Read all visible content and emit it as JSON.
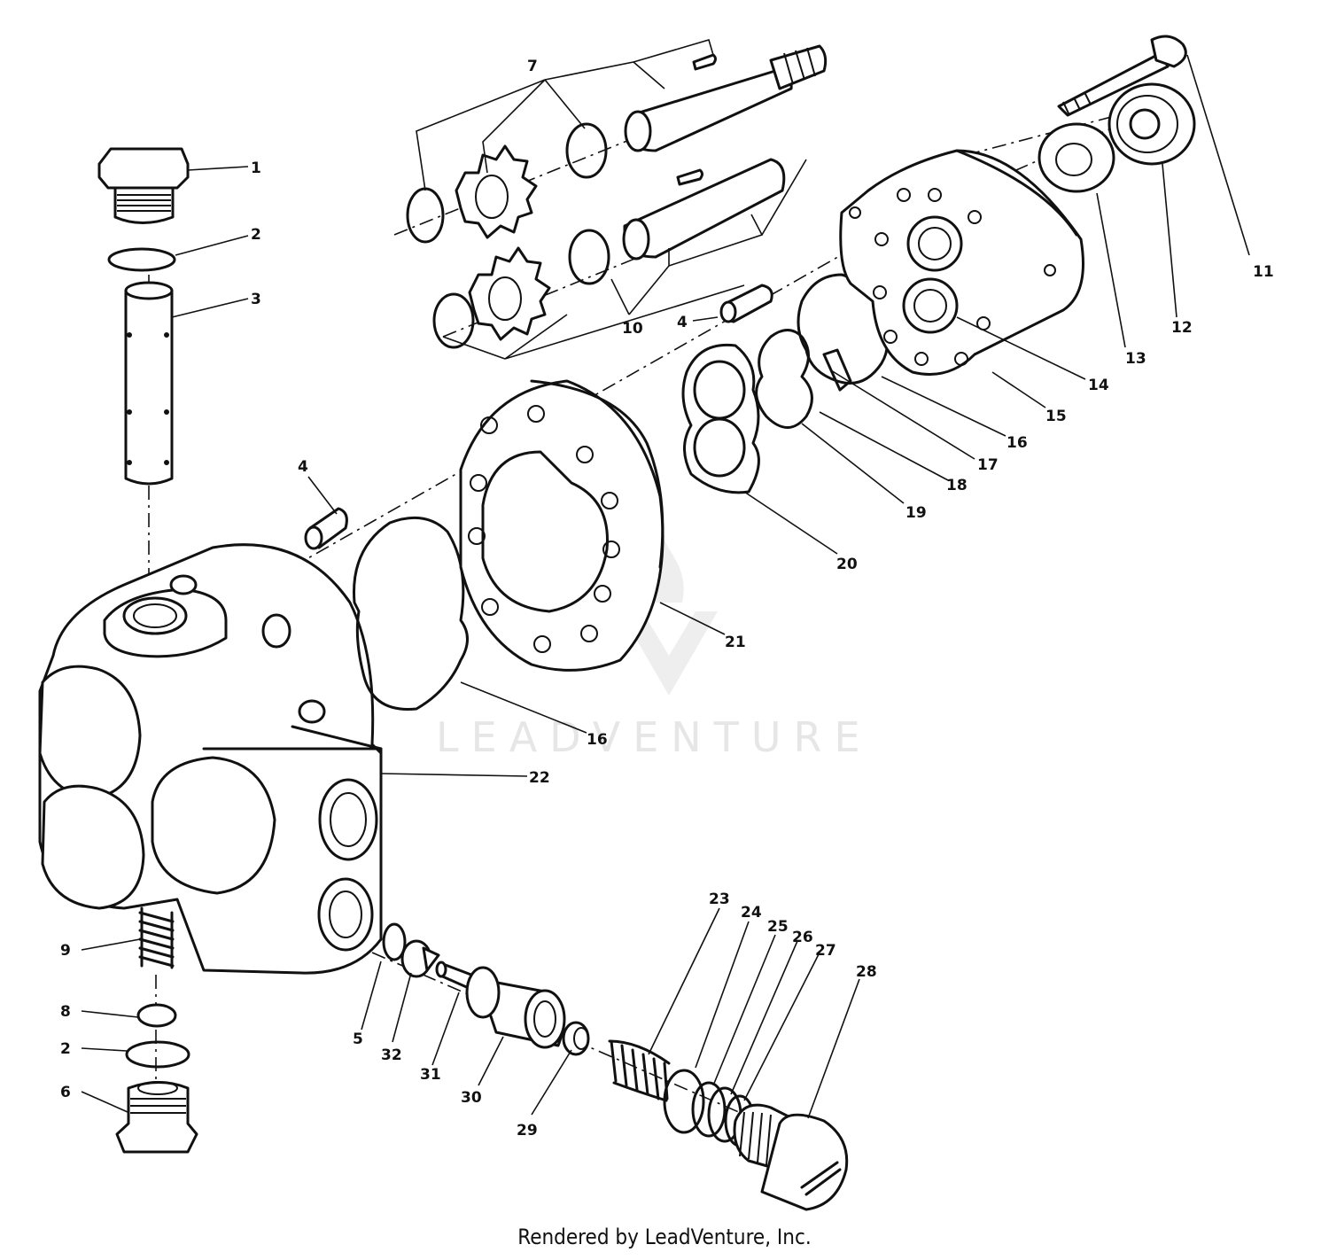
{
  "watermark": "LEADVENTURE",
  "footer": "Rendered by LeadVenture, Inc.",
  "labels": [
    "1",
    "2",
    "3",
    "4",
    "4",
    "5",
    "6",
    "7",
    "8",
    "9",
    "2",
    "10",
    "11",
    "12",
    "13",
    "14",
    "15",
    "16",
    "16",
    "17",
    "18",
    "19",
    "20",
    "21",
    "22",
    "23",
    "24",
    "25",
    "26",
    "27",
    "28",
    "29",
    "30",
    "31",
    "32"
  ]
}
